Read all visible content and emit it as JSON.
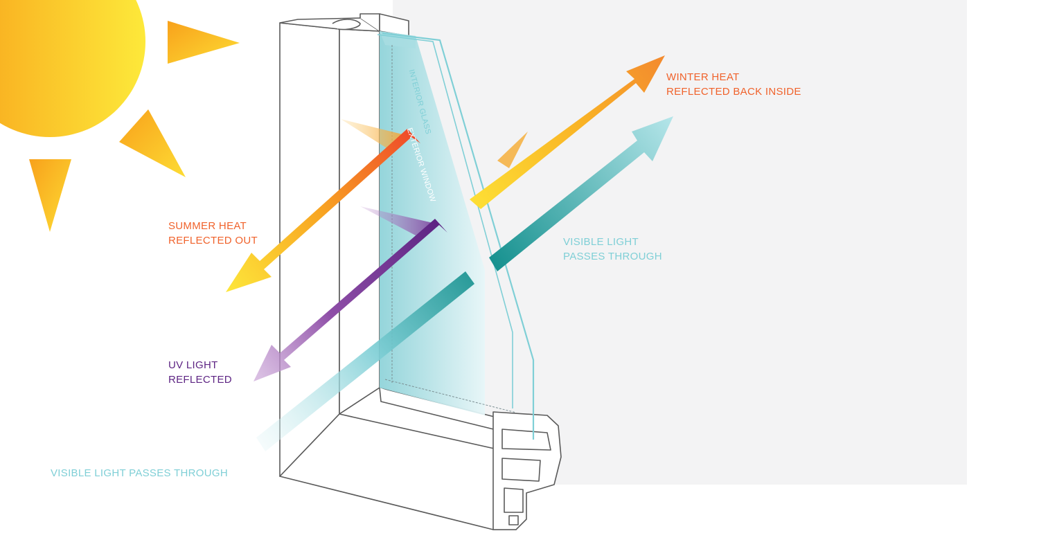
{
  "labels": {
    "winter_heat_line1": "WINTER HEAT",
    "winter_heat_line2": "REFLECTED BACK INSIDE",
    "summer_heat_line1": "SUMMER HEAT",
    "summer_heat_line2": "REFLECTED OUT",
    "uv_line1": "UV LIGHT",
    "uv_line2": "REFLECTED",
    "visible_right_line1": "VISIBLE LIGHT",
    "visible_right_line2": "PASSES THROUGH",
    "visible_bottom": "VISIBLE LIGHT PASSES THROUGH",
    "interior_glass": "INTERIOR GLASS",
    "exterior_window": "EXTERIOR WINDOW"
  },
  "colors": {
    "heat_orange": "#f0622b",
    "uv_purple": "#5d2483",
    "visible_teal": "#7fcfd6",
    "sun_yellow": "#fdd835",
    "sun_orange": "#f7a21b",
    "room_gray": "#f3f3f4"
  },
  "icons": {
    "sun": "sun-icon"
  }
}
